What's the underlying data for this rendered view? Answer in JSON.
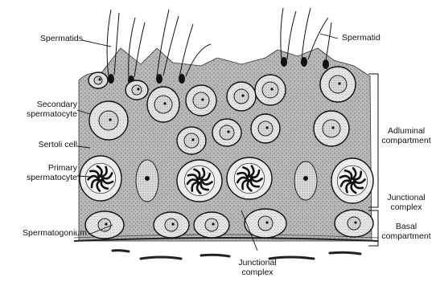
{
  "labels": {
    "spermatids": "Spermatids",
    "spermatid": "Spermatid",
    "secondary_line1": "Secondary",
    "secondary_line2": "spermatocyte",
    "sertoli": "Sertoli cell",
    "primary_line1": "Primary",
    "primary_line2": "spermatocyte",
    "spermatogonium": "Spermatogonium",
    "adluminal_line1": "Adluminal",
    "adluminal_line2": "compartment",
    "junctional_right_line1": "Junctional",
    "junctional_right_line2": "complex",
    "basal_line1": "Basal",
    "basal_line2": "compartment",
    "junctional_bottom_line1": "Junctional",
    "junctional_bottom_line2": "complex"
  }
}
